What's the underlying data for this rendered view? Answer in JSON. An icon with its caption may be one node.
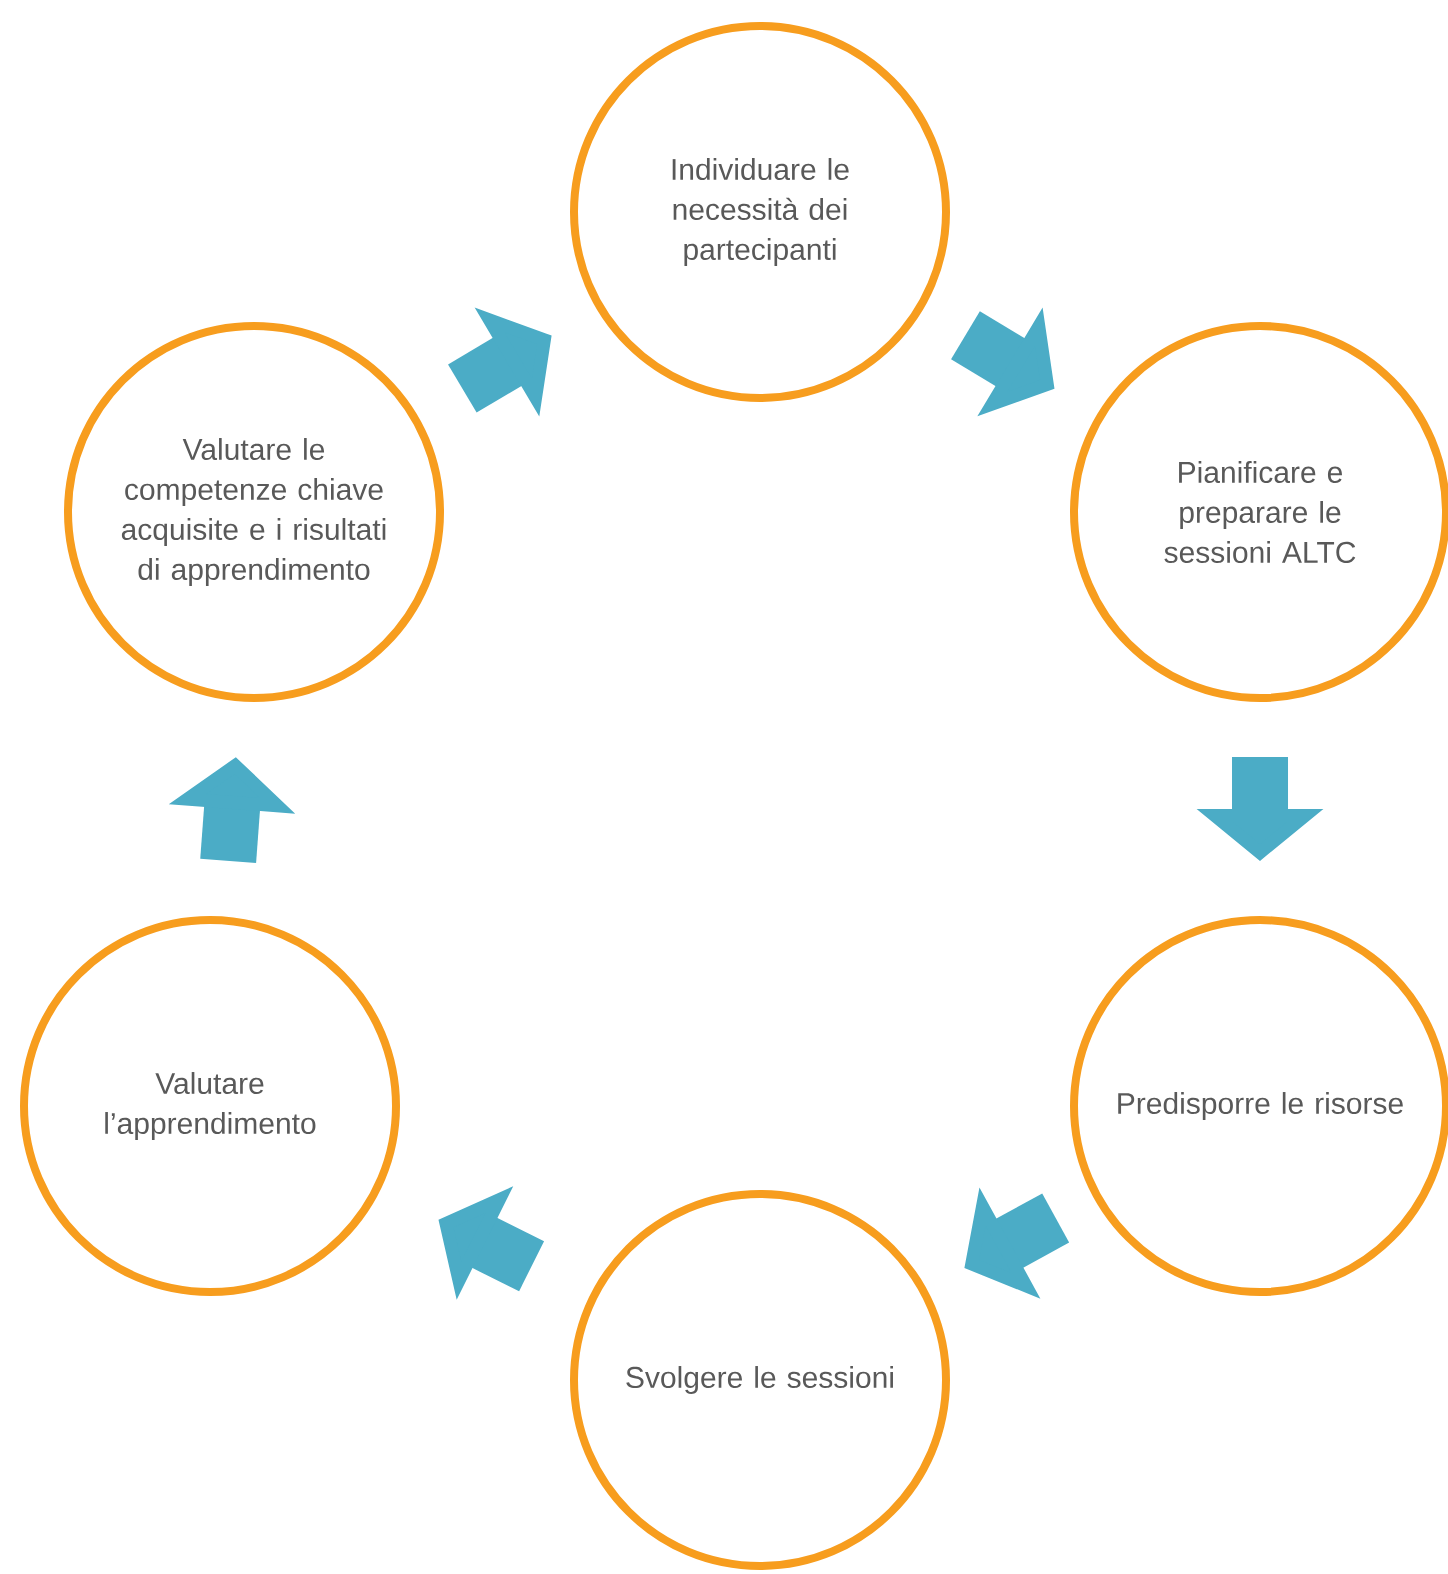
{
  "diagram": {
    "nodes": [
      {
        "text": [
          "Individuare le necessità dei partecipanti"
        ]
      },
      {
        "text": [
          "Pianificare e preparare le sessioni ALTC"
        ]
      },
      {
        "text": [
          "Predisporre le risorse"
        ]
      },
      {
        "text": [
          "Svolgere le sessioni"
        ]
      },
      {
        "text": [
          "Valutare l’apprendimento"
        ]
      },
      {
        "text": [
          "Valutare le competenze chiave acquisite e i risultati di apprendimento"
        ]
      }
    ],
    "edges": [
      {
        "from": 0,
        "to": 1,
        "arrow": "to"
      },
      {
        "from": 1,
        "to": 2,
        "arrow": "to"
      },
      {
        "from": 2,
        "to": 3,
        "arrow": "to"
      },
      {
        "from": 3,
        "to": 4,
        "arrow": "to"
      },
      {
        "from": 4,
        "to": 5,
        "arrow": "to"
      },
      {
        "from": 5,
        "to": 0,
        "arrow": "to"
      }
    ]
  }
}
